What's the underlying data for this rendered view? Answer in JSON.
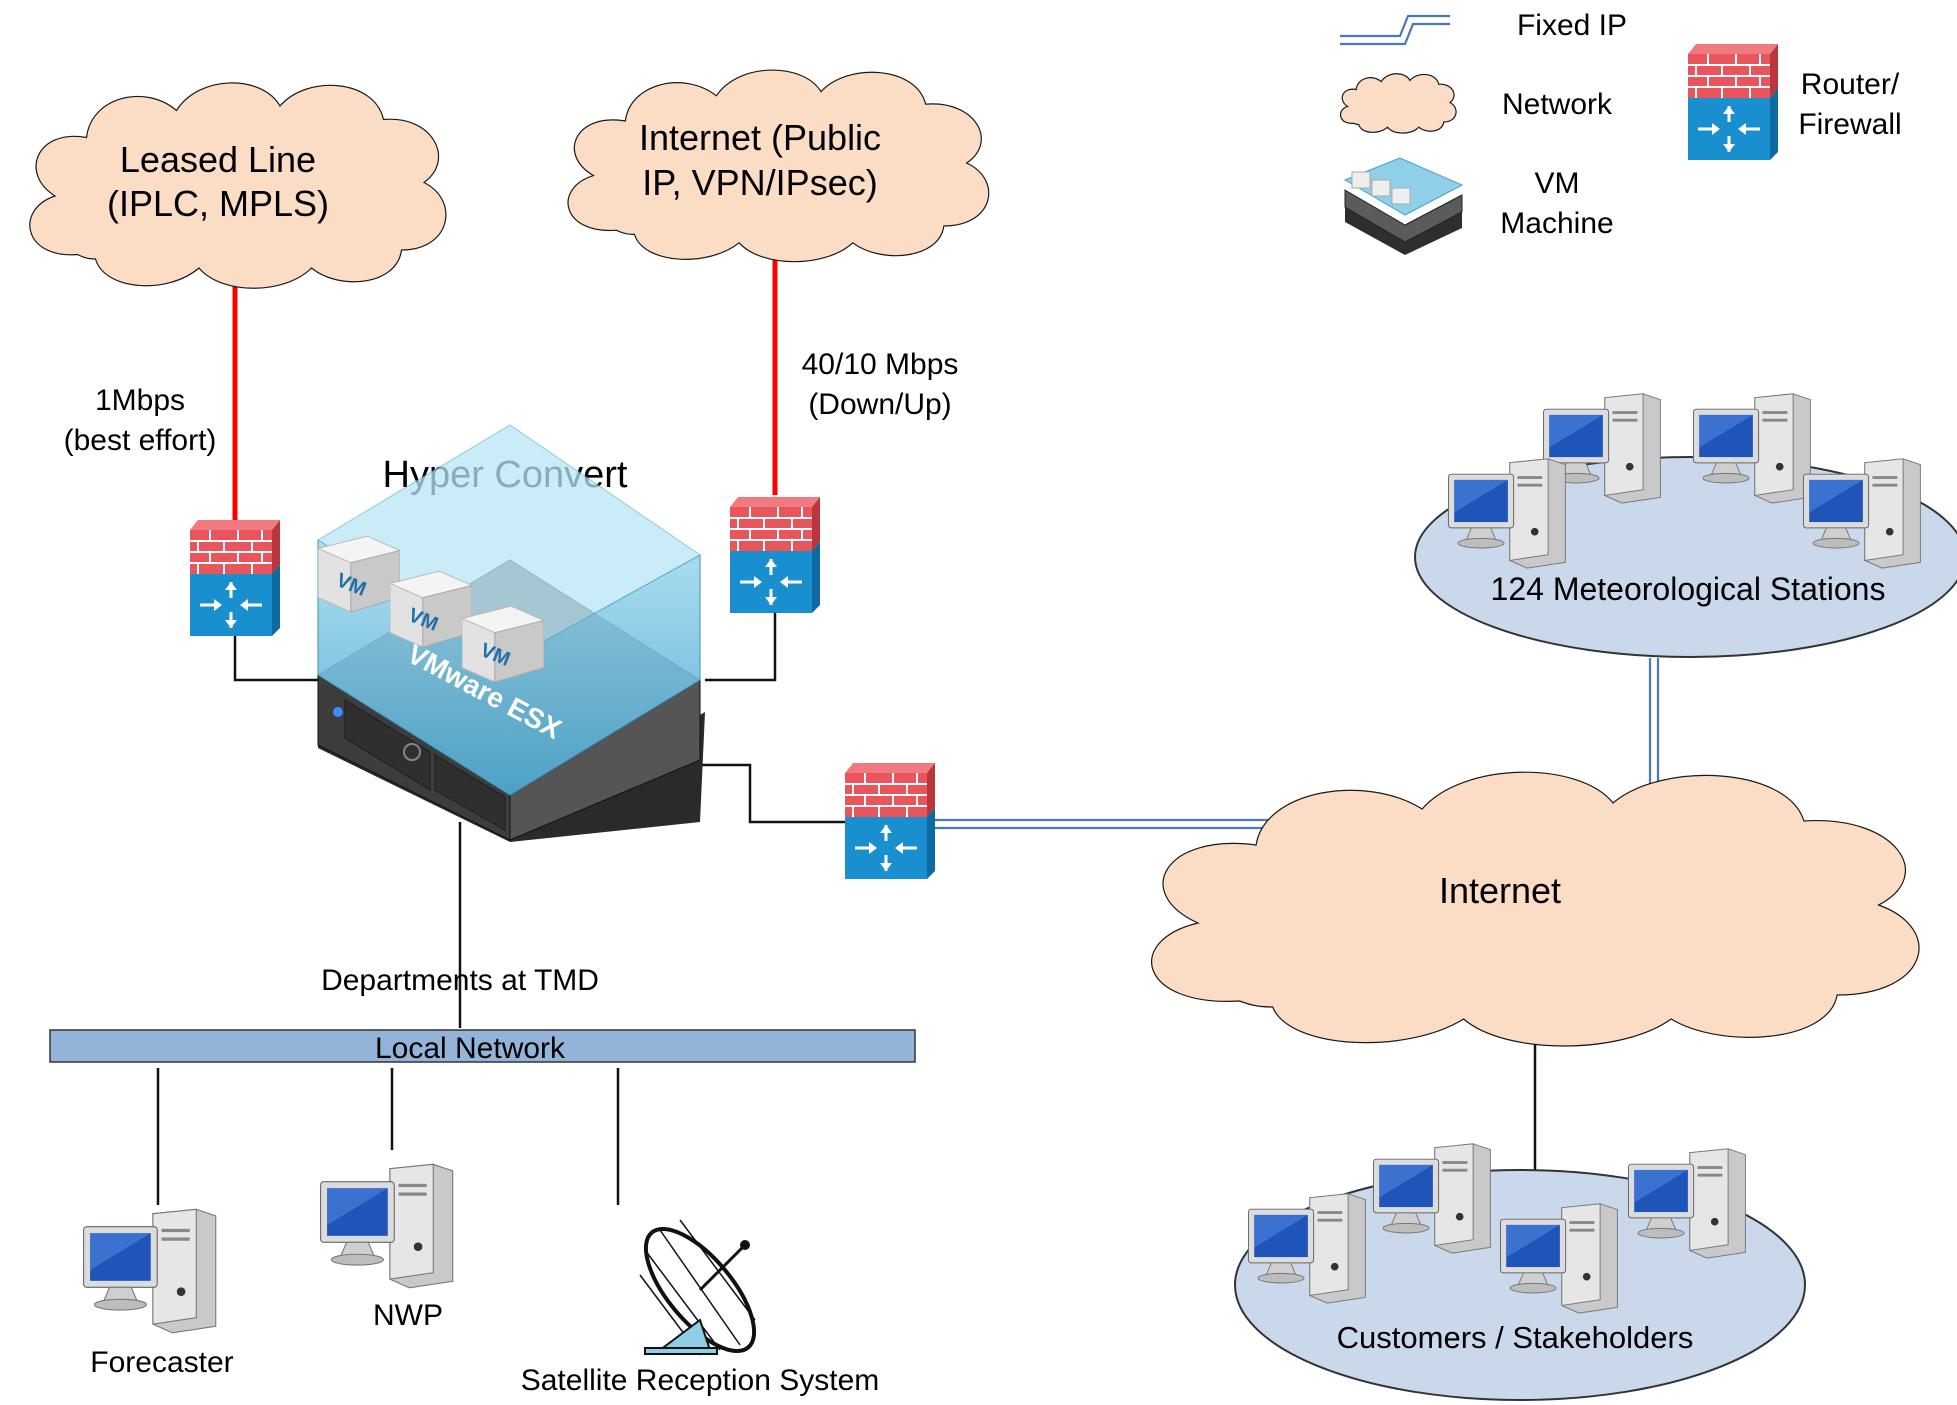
{
  "legend": {
    "fixed_ip": "Fixed IP",
    "network": "Network",
    "vm_line1": "VM",
    "vm_line2": "Machine",
    "router_line1": "Router/",
    "router_line2": "Firewall"
  },
  "clouds": {
    "leased_line1": "Leased Line",
    "leased_line2": "(IPLC, MPLS)",
    "internet_public1": "Internet (Public",
    "internet_public2": "IP, VPN/IPsec)",
    "internet": "Internet"
  },
  "links": {
    "leased_speed1": "1Mbps",
    "leased_speed2": "(best effort)",
    "internet_speed1": "40/10 Mbps",
    "internet_speed2": "(Down/Up)"
  },
  "server": {
    "title": "Hyper Convert",
    "vm_label": "VM",
    "brand": "VMware ESX"
  },
  "lan": {
    "departments": "Departments at TMD",
    "bar": "Local Network",
    "forecaster": "Forecaster",
    "nwp": "NWP",
    "satellite": "Satellite Reception System"
  },
  "groups": {
    "stations": "124 Meteorological Stations",
    "customers": "Customers / Stakeholders"
  },
  "colors": {
    "cloud_fill": "#fbdcc4",
    "link_red": "#ff0000",
    "fixed_ip_blue": "#4a79b8",
    "lan_bar": "#94b3d9",
    "group_ellipse": "#c9d8ea",
    "firewall_red": "#e8555c",
    "router_blue": "#1a8fd0"
  }
}
